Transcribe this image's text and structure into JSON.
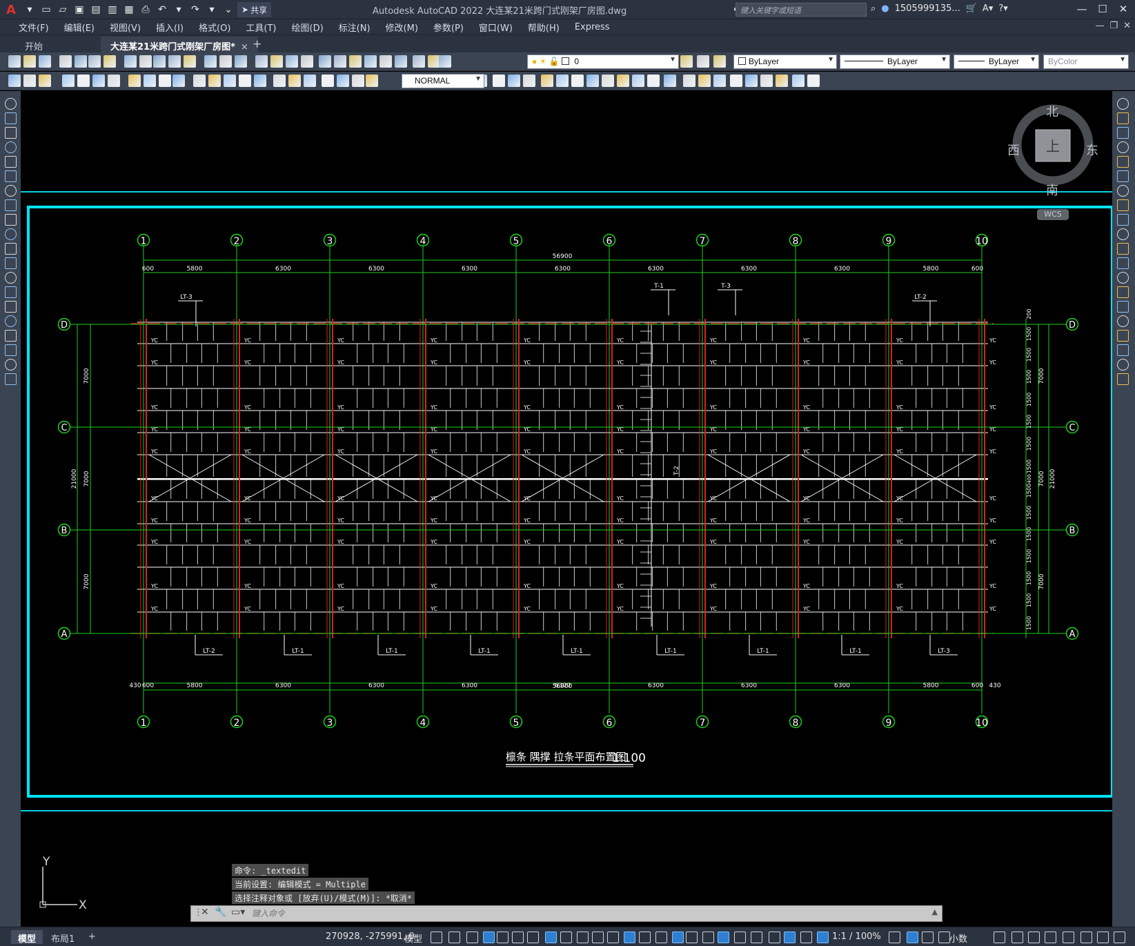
{
  "app": {
    "title": "Autodesk AutoCAD 2022    大连某21米跨门式刚架厂房图.dwg",
    "share_label": "共享",
    "search_placeholder": "键入关键字或短语",
    "user": "1505999135...",
    "logo_letter": "A"
  },
  "menu": [
    "文件(F)",
    "编辑(E)",
    "视图(V)",
    "插入(I)",
    "格式(O)",
    "工具(T)",
    "绘图(D)",
    "标注(N)",
    "修改(M)",
    "参数(P)",
    "窗口(W)",
    "帮助(H)",
    "Express"
  ],
  "tabs": {
    "start": "开始",
    "active": "大连某21米跨门式刚架厂房图*",
    "close": "×",
    "add": "+"
  },
  "toolbar": {
    "layer": "0",
    "color": "ByLayer",
    "linetype": "ByLayer",
    "lineweight": "ByLayer",
    "plotstyle": "ByColor",
    "dimstyle": "NORMAL"
  },
  "viewcube": {
    "north": "北",
    "south": "南",
    "east": "东",
    "west": "西",
    "top": "上",
    "wcs": "WCS"
  },
  "drawing": {
    "grid_numbers": [
      "1",
      "2",
      "3",
      "4",
      "5",
      "6",
      "7",
      "8",
      "9",
      "10"
    ],
    "grid_letters": [
      "D",
      "C",
      "B",
      "A"
    ],
    "overall": "56900",
    "overall_bottom": "56900",
    "spans": [
      "600",
      "5800",
      "6300",
      "6300",
      "6300",
      "6300",
      "6300",
      "6300",
      "6300",
      "5800",
      "600"
    ],
    "bottom_edge": "430",
    "bottom_edge_r": "430",
    "left_dims": [
      "7000",
      "7000",
      "7000"
    ],
    "left_total": "21000",
    "right_sub": [
      "200",
      "1500",
      "1500",
      "1500",
      "1500",
      "1500",
      "1500",
      "1500",
      "1500",
      "1500",
      "1500",
      "1500",
      "1500",
      "1500",
      "1500"
    ],
    "right_mid": [
      "7000",
      "7000",
      "7000"
    ],
    "right_total": "21000",
    "right_center": "400",
    "yc": "YC",
    "labels_top": [
      "LT-3",
      "T-1",
      "T-3",
      "LT-2"
    ],
    "labels_bottom": [
      "LT-2",
      "LT-1",
      "LT-1",
      "LT-1",
      "LT-1",
      "LT-1",
      "LT-1",
      "LT-1",
      "LT-3"
    ],
    "label_t2": "T-2",
    "title": "檩条 隅撑 拉条平面布置图",
    "scale": "1:100"
  },
  "command": {
    "history": [
      "命令: _textedit",
      "当前设置: 编辑模式 = Multiple",
      "选择注释对象或 [放弃(U)/模式(M)]: *取消*"
    ],
    "placeholder": "键入命令"
  },
  "ucs": {
    "x": "X",
    "y": "Y"
  },
  "status": {
    "model_tab": "模型",
    "layout_tab": "布局1",
    "add": "+",
    "coords": "270928, -275991, 0",
    "model": "模型",
    "scale": "1:1 / 100%",
    "units": "小数"
  },
  "colors": {
    "accent_cyan": "#00e5ff",
    "grid_green": "#19d419",
    "column_red": "#e01f1f",
    "chrome": "#3b4453"
  }
}
